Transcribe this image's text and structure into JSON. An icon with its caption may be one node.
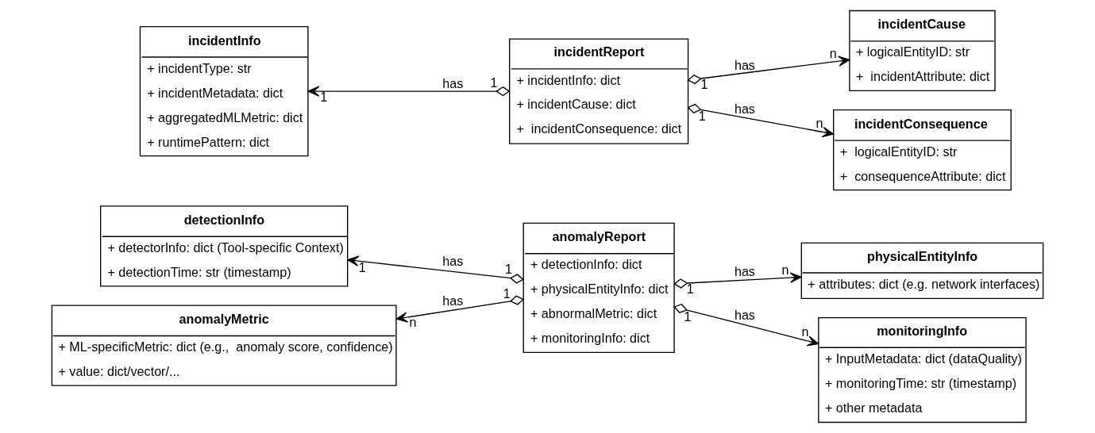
{
  "diagram": {
    "nodes": [
      {
        "text": [
          "detectionInfo",
          "+ detectorInfo: dict (Tool-specific Context)",
          "+ detectionTime: str (timestamp)"
        ]
      },
      {
        "text": [
          "anomalyReport",
          "+ detectionInfo: dict",
          "+ physicalEntityInfo: dict",
          "+ abnormalMetric: dict",
          "+ monitoringInfo: dict"
        ]
      },
      {
        "text": [
          "physicalEntityInfo",
          "+ attributes: dict (e.g. network interfaces)"
        ]
      },
      {
        "text": [
          "anomalyMetric",
          "+ ML-specificMetric: dict (e.g.,  anomaly score, confidence)",
          "+ value: dict/vector/..."
        ]
      },
      {
        "text": [
          "monitoringInfo",
          "+ InputMetadata: dict (dataQuality)",
          "+ monitoringTime: str (timestamp)",
          "+ other metadata"
        ]
      },
      {
        "text": [
          "incidentInfo",
          "+ incidentType: str",
          "+ incidentMetadata: dict",
          "+ aggregatedMLMetric: dict",
          "+ runtimePattern: dict"
        ]
      },
      {
        "text": [
          "incidentReport",
          "+ incidentInfo: dict",
          "+ incidentCause: dict",
          "+  incidentConsequence: dict"
        ]
      },
      {
        "text": [
          "incidentCause",
          "+ logicalEntityID: str",
          "+  incidentAttribute: dict"
        ]
      },
      {
        "text": [
          "incidentConsequence",
          "+  logicalEntityID: str",
          "+  consequenceAttribute: dict"
        ]
      }
    ],
    "edges": [
      {
        "from": 1,
        "to": 0,
        "arrow": "to",
        "label": "has"
      },
      {
        "from": 1,
        "to": 3,
        "arrow": "to",
        "label": "has"
      },
      {
        "from": 1,
        "to": 2,
        "arrow": "to",
        "label": "has"
      },
      {
        "from": 1,
        "to": 4,
        "arrow": "to",
        "label": "has"
      },
      {
        "from": 6,
        "to": 5,
        "arrow": "to",
        "label": "has"
      },
      {
        "from": 6,
        "to": 7,
        "arrow": "to",
        "label": "has"
      },
      {
        "from": 6,
        "to": 8,
        "arrow": "to",
        "label": "has"
      }
    ],
    "labels": [
      "1",
      "n",
      "1",
      "1",
      "n",
      "1",
      "n",
      "1",
      "n",
      "1",
      "1",
      "1",
      "n",
      "1"
    ]
  }
}
